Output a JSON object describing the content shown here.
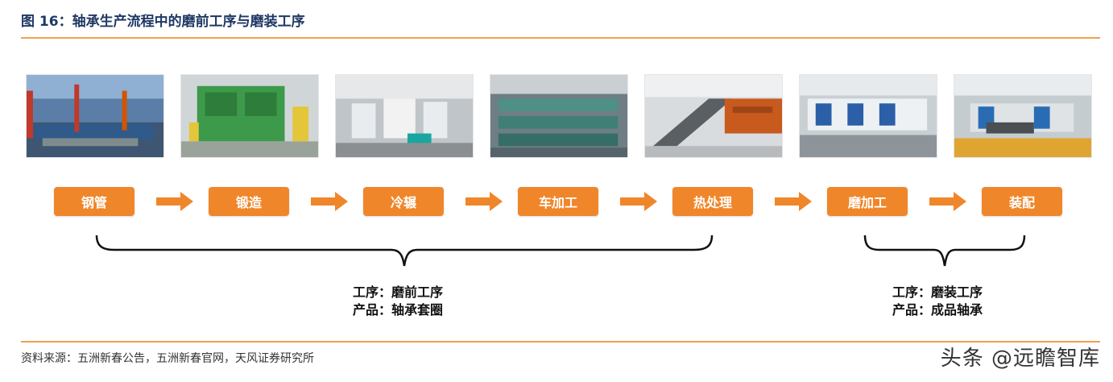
{
  "title": "图 16：轴承生产流程中的磨前工序与磨装工序",
  "steps": [
    {
      "label": "钢管"
    },
    {
      "label": "锻造"
    },
    {
      "label": "冷辗"
    },
    {
      "label": "车加工"
    },
    {
      "label": "热处理"
    },
    {
      "label": "磨加工"
    },
    {
      "label": "装配"
    }
  ],
  "groups": [
    {
      "process": "工序：磨前工序",
      "product": "产品：轴承套圈"
    },
    {
      "process": "工序：磨装工序",
      "product": "产品：成品轴承"
    }
  ],
  "source": "资料来源：五洲新春公告，五洲新春官网，天风证券研究所",
  "watermark": "头条 @远瞻智库",
  "colors": {
    "accent": "#f0862a",
    "rule": "#f0a050",
    "title": "#1f3864"
  }
}
